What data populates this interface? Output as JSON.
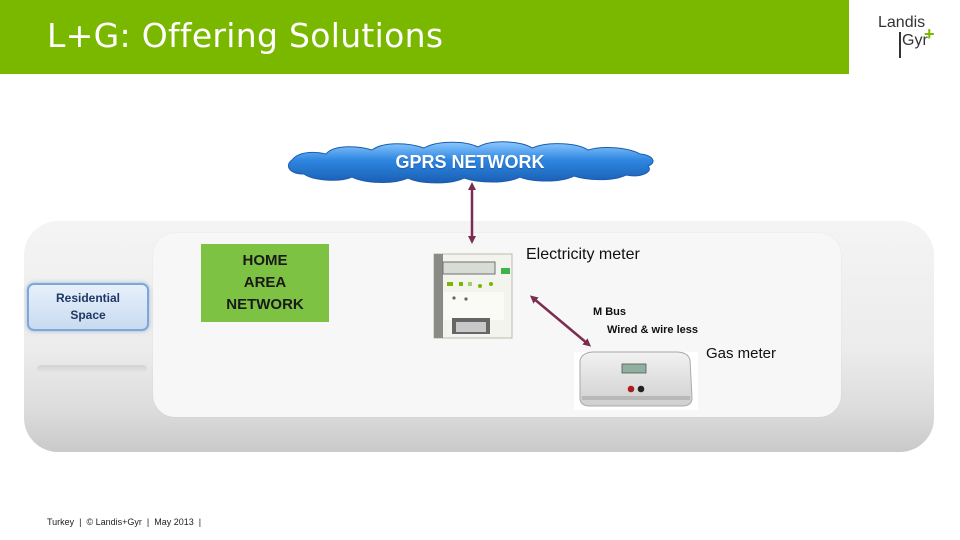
{
  "header": {
    "title": "L+G: Offering Solutions",
    "color": "#7ab800",
    "logo_line1": "Landis",
    "logo_line2": "Gyr",
    "logo_plus": "+"
  },
  "diagram": {
    "gprs_label": "GPRS NETWORK",
    "han_label": "HOME AREA NETWORK",
    "residential_label": "Residential Space",
    "electricity_meter_label": "Electricity meter",
    "gas_meter_label": "Gas meter",
    "mbus_label": "M Bus",
    "wired_label": "Wired & wire less",
    "colors": {
      "han_green": "#7dc242",
      "arrow": "#7b2d4f",
      "cloud_blue": "#2e86e0"
    }
  },
  "footer": {
    "text": "Turkey  |  © Landis+Gyr  |  May 2013  |"
  }
}
